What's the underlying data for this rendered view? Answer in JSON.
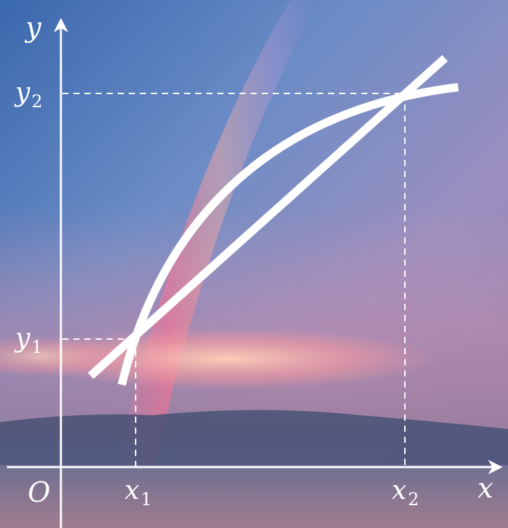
{
  "labels": {
    "y_axis": "y",
    "x_axis": "x",
    "origin": "O",
    "y1": {
      "main": "y",
      "sub": "1"
    },
    "y2": {
      "main": "y",
      "sub": "2"
    },
    "x1": {
      "main": "x",
      "sub": "1"
    },
    "x2": {
      "main": "x",
      "sub": "2"
    }
  },
  "colors": {
    "line": "#ffffff",
    "sky_top": "#3f6db0",
    "sky_mid": "#6a8cc4",
    "sky_right": "#8a85b8",
    "cloud": "#f2a6a0",
    "mountain": "#4a5274",
    "water": "#8a7590"
  }
}
